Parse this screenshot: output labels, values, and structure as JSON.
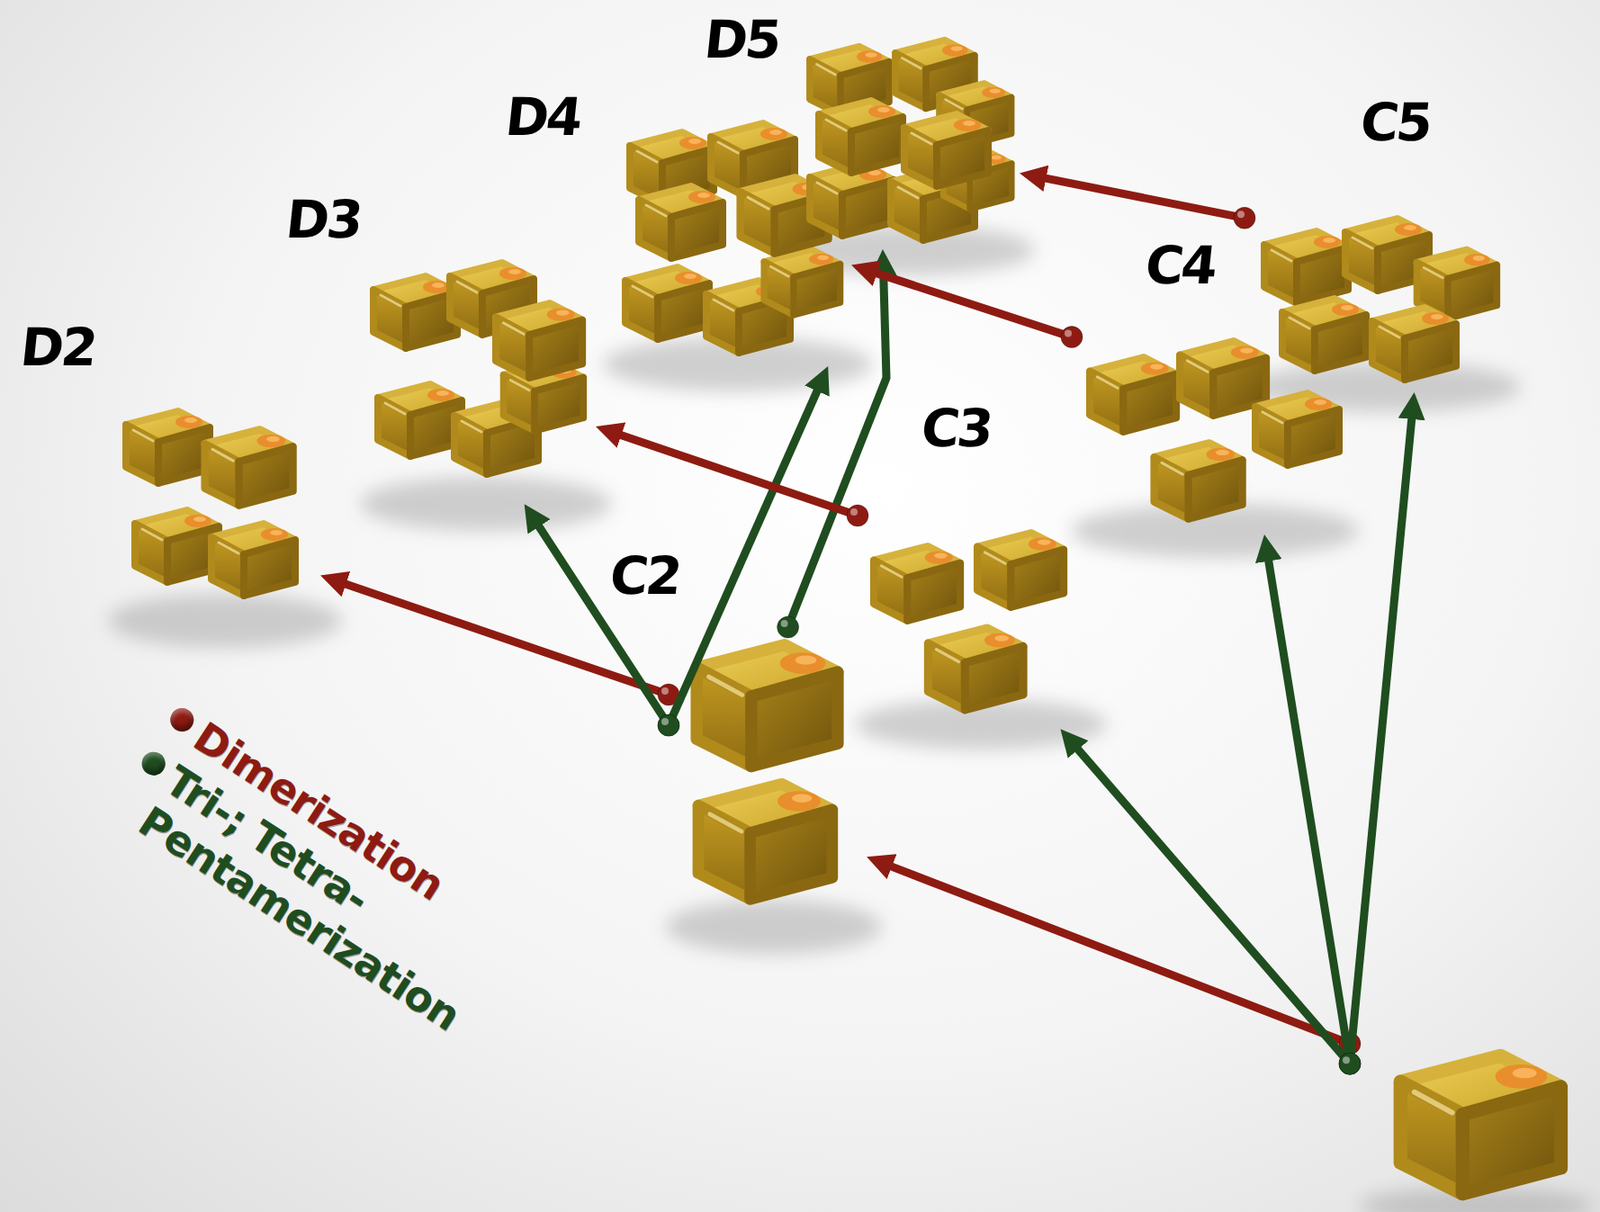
{
  "diagram": {
    "nodes": [
      {
        "text": [
          "D2"
        ]
      },
      {
        "text": [
          "D3"
        ]
      },
      {
        "text": [
          "D4"
        ]
      },
      {
        "text": [
          "D5"
        ]
      },
      {
        "text": [
          "C5"
        ]
      },
      {
        "text": [
          "C4"
        ]
      },
      {
        "text": [
          "C3"
        ]
      },
      {
        "text": [
          "C2"
        ]
      },
      {
        "text": []
      }
    ],
    "edges": [
      {
        "from": 7,
        "to": 0,
        "arrow": "to"
      },
      {
        "from": 7,
        "to": 1,
        "arrow": "to"
      },
      {
        "from": 7,
        "to": 2,
        "arrow": "to"
      },
      {
        "from": 7,
        "to": 3,
        "arrow": "to"
      },
      {
        "from": 6,
        "to": 1,
        "arrow": "to"
      },
      {
        "from": 5,
        "to": 2,
        "arrow": "to"
      },
      {
        "from": 4,
        "to": 3,
        "arrow": "to"
      },
      {
        "from": 8,
        "to": 7,
        "arrow": "to"
      },
      {
        "from": 8,
        "to": 6,
        "arrow": "to"
      },
      {
        "from": 8,
        "to": 5,
        "arrow": "to"
      },
      {
        "from": 8,
        "to": 4,
        "arrow": "to"
      }
    ],
    "legend": [
      {
        "text": "Dimerization",
        "color": "#8e1b12"
      },
      {
        "text": "Tri-; Tetra- Pentamerization",
        "color": "#1f4d1f"
      }
    ]
  }
}
